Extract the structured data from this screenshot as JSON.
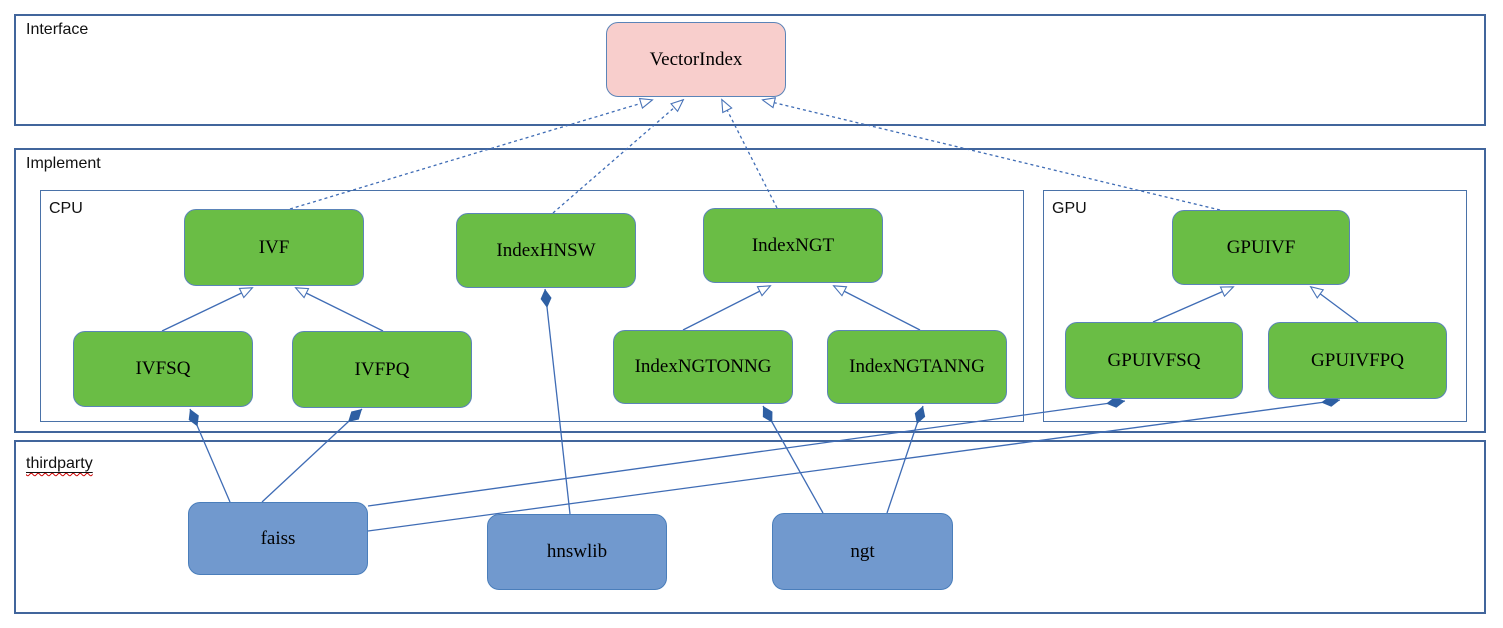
{
  "containers": {
    "interface": {
      "label": "Interface"
    },
    "implement": {
      "label": "Implement"
    },
    "cpu": {
      "label": "CPU"
    },
    "gpu": {
      "label": "GPU"
    },
    "thirdparty": {
      "label": "thirdparty"
    }
  },
  "nodes": {
    "vectorindex": {
      "label": "VectorIndex",
      "group": "interface"
    },
    "ivf": {
      "label": "IVF",
      "group": "cpu"
    },
    "indexhnsw": {
      "label": "IndexHNSW",
      "group": "cpu"
    },
    "indexngt": {
      "label": "IndexNGT",
      "group": "cpu"
    },
    "ivfsq": {
      "label": "IVFSQ",
      "group": "cpu"
    },
    "ivfpq": {
      "label": "IVFPQ",
      "group": "cpu"
    },
    "indexngtonng": {
      "label": "IndexNGTONNG",
      "group": "cpu"
    },
    "indexngtanng": {
      "label": "IndexNGTANNG",
      "group": "cpu"
    },
    "gpuivf": {
      "label": "GPUIVF",
      "group": "gpu"
    },
    "gpuivfsq": {
      "label": "GPUIVFSQ",
      "group": "gpu"
    },
    "gpuivfpq": {
      "label": "GPUIVFPQ",
      "group": "gpu"
    },
    "faiss": {
      "label": "faiss",
      "group": "thirdparty"
    },
    "hnswlib": {
      "label": "hnswlib",
      "group": "thirdparty"
    },
    "ngt": {
      "label": "ngt",
      "group": "thirdparty"
    }
  },
  "edges": [
    {
      "from": "ivf",
      "to": "vectorindex",
      "type": "realization-dashed-hollow-arrow"
    },
    {
      "from": "indexhnsw",
      "to": "vectorindex",
      "type": "realization-dashed-hollow-arrow"
    },
    {
      "from": "indexngt",
      "to": "vectorindex",
      "type": "realization-dashed-hollow-arrow"
    },
    {
      "from": "gpuivf",
      "to": "vectorindex",
      "type": "realization-dashed-hollow-arrow"
    },
    {
      "from": "ivfsq",
      "to": "ivf",
      "type": "inheritance-hollow-arrow"
    },
    {
      "from": "ivfpq",
      "to": "ivf",
      "type": "inheritance-hollow-arrow"
    },
    {
      "from": "indexngtonng",
      "to": "indexngt",
      "type": "inheritance-hollow-arrow"
    },
    {
      "from": "indexngtanng",
      "to": "indexngt",
      "type": "inheritance-hollow-arrow"
    },
    {
      "from": "gpuivfsq",
      "to": "gpuivf",
      "type": "inheritance-hollow-arrow"
    },
    {
      "from": "gpuivfpq",
      "to": "gpuivf",
      "type": "inheritance-hollow-arrow"
    },
    {
      "from": "faiss",
      "to": "ivfsq",
      "type": "composition-filled-diamond"
    },
    {
      "from": "faiss",
      "to": "ivfpq",
      "type": "composition-filled-diamond"
    },
    {
      "from": "faiss",
      "to": "gpuivfsq",
      "type": "composition-filled-diamond"
    },
    {
      "from": "faiss",
      "to": "gpuivfpq",
      "type": "composition-filled-diamond"
    },
    {
      "from": "hnswlib",
      "to": "indexhnsw",
      "type": "composition-filled-diamond"
    },
    {
      "from": "ngt",
      "to": "indexngtonng",
      "type": "composition-filled-diamond"
    },
    {
      "from": "ngt",
      "to": "indexngtanng",
      "type": "composition-filled-diamond"
    }
  ],
  "colors": {
    "interface_node_fill": "#f8cecc",
    "implement_node_fill": "#6abd45",
    "thirdparty_node_fill": "#7199ce",
    "edge_stroke": "#3f6cb5",
    "diamond_fill": "#2e5fa3",
    "container_border": "#41659c",
    "spellcheck_underline": "#cc0000"
  }
}
